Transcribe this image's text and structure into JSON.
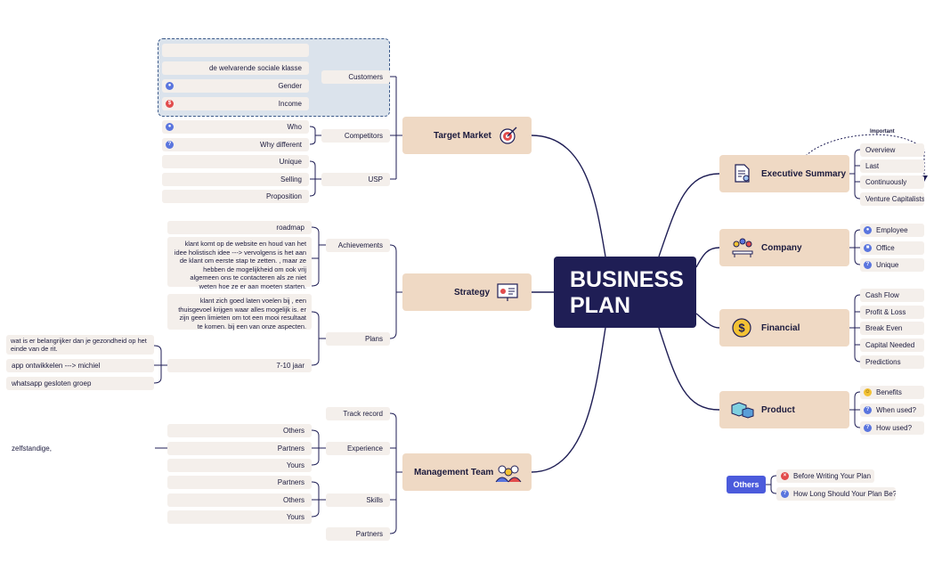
{
  "center": {
    "line1": "BUSINESS",
    "line2": "PLAN"
  },
  "main_topics": {
    "target_market": "Target Market",
    "strategy": "Strategy",
    "management_team": "Management Team",
    "executive_summary": "Executive Summary",
    "company": "Company",
    "financial": "Financial",
    "product": "Product"
  },
  "target_market": {
    "customers": "Customers",
    "customer_items": [
      "",
      "de welvarende sociale klasse",
      "Gender",
      "Income"
    ],
    "competitors": "Competitors",
    "competitor_items": [
      "Who",
      "Why different"
    ],
    "usp": "USP",
    "usp_items": [
      "Unique",
      "Selling",
      "Proposition"
    ]
  },
  "strategy": {
    "achievements": "Achievements",
    "roadmap": "roadmap",
    "achievement_note": "klant komt op de website en houd van het idee holistisch idee ---> vervolgens is het aan de klant  om  eerste stap te zetten. , maar ze hebben de mogelijkheid om ook vrij algemeen ons te contacteren als ze niet weten hoe ze er aan moeten starten.",
    "plans": "Plans",
    "plans_note": "klant zich goed laten voelen bij , een thuisgevoel krijgen waar alles mogelijk is. er zijn geen limieten om tot een mooi resultaat te komen. bij  een van onze aspecten.",
    "years": "7-10 jaar",
    "year_items": [
      "wat is er belangrijker dan je gezondheid op het einde van de rit.",
      "app ontwikkelen ---> michiel",
      "whatsapp gesloten groep"
    ]
  },
  "management": {
    "track_record": "Track record",
    "experience": "Experience",
    "experience_items": [
      "Others",
      "Partners",
      "Yours"
    ],
    "partner_note": "zelfstandige,",
    "skills": "Skills",
    "skills_items": [
      "Partners",
      "Others",
      "Yours"
    ],
    "partners": "Partners"
  },
  "executive_summary": {
    "items": [
      "Overview",
      "Last",
      "Continuously",
      "Venture Capitalists"
    ],
    "relation_label": "Important"
  },
  "company": {
    "items": [
      "Employee",
      "Office",
      "Unique"
    ]
  },
  "financial": {
    "items": [
      "Cash Flow",
      "Profit & Loss",
      "Break Even",
      "Capital Needed",
      "Predictions"
    ]
  },
  "product": {
    "items": [
      "Benefits",
      "When used?",
      "How used?"
    ]
  },
  "others": {
    "label": "Others",
    "items": [
      "Before Writing Your Plan",
      "How Long Should Your Plan Be?"
    ]
  },
  "colors": {
    "center": "#1f1e55",
    "topic": "#efd9c4",
    "subtopic": "#f4efeb",
    "line": "#1f1e55",
    "others": "#4b5bdc"
  }
}
